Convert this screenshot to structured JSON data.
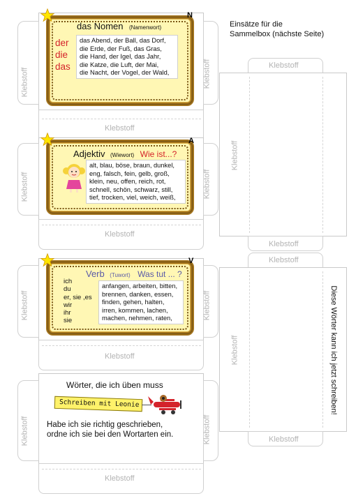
{
  "note": {
    "line1": "Einsätze für die",
    "line2": "Sammelbox (nächste Seite)"
  },
  "glue_label": "Klebstoff",
  "vertical_note": "Diese Wörter kann ich jetzt schreiben!",
  "cards": {
    "nomen": {
      "letter": "N",
      "title": "das Nomen",
      "subtitle": "(Namenwort)",
      "articles": [
        "der",
        "die",
        "das"
      ],
      "words": [
        "das Abend, der Ball, das Dorf,",
        "die Erde, der Fuß, das Gras,",
        "die Hand, der Igel, das Jahr,",
        "die Katze, die Luft, der Mai,",
        "die Nacht, der Vogel, der Wald,"
      ]
    },
    "adjektiv": {
      "letter": "A",
      "title": "Adjektiv",
      "subtitle": "(Wiewort)",
      "question": "Wie ist...?",
      "words": [
        "alt, blau, böse, braun, dunkel,",
        "eng, falsch, fein, gelb, groß,",
        "klein, neu, offen, reich, rot,",
        "schnell, schön, schwarz, still,",
        "tief, trocken, viel, weich, weiß,"
      ]
    },
    "verb": {
      "letter": "V",
      "title": "Verb",
      "subtitle": "(Tuwort)",
      "question": "Was tut ... ?",
      "pronouns": [
        "ich",
        "du",
        "er, sie ,es",
        "wir",
        "ihr",
        "sie"
      ],
      "words": [
        "anfangen, arbeiten, bitten,",
        "brennen, danken, essen,",
        "finden, gehen, halten,",
        "irren, kommen, lachen,",
        "machen, nehmen, raten,"
      ]
    }
  },
  "practice": {
    "heading": "Wörter, die ich üben muss",
    "banner": "Schreiben mit Leonie",
    "line1": "Habe ich sie richtig geschrieben,",
    "line2": "ordne ich sie bei den Wortarten ein."
  },
  "colors": {
    "card_fill": "#fff7b4",
    "card_frame": "#a2731d",
    "red": "#d4232b",
    "blue": "#5a5aa8",
    "glue_text": "#b3b3b3"
  }
}
